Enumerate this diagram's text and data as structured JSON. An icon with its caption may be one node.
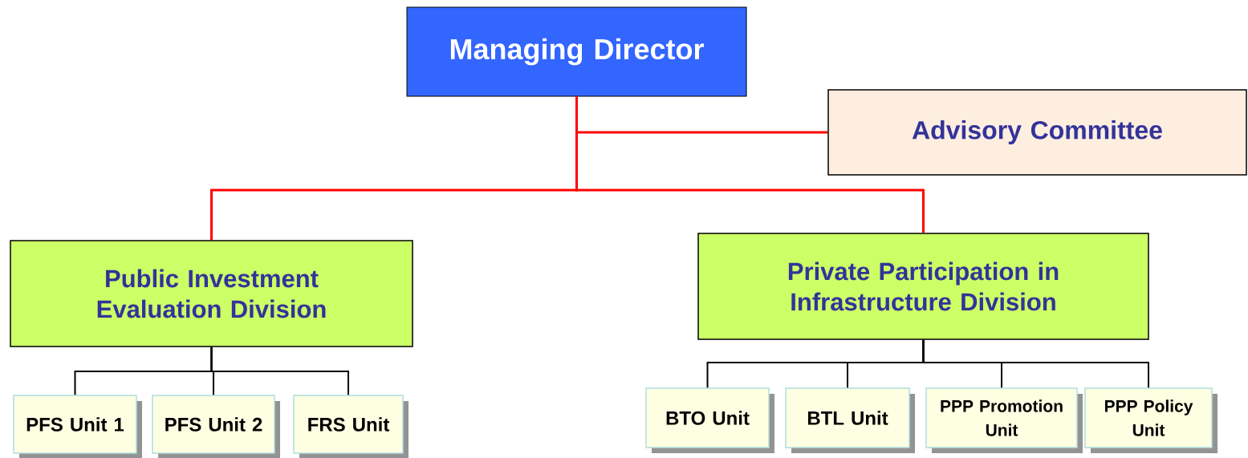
{
  "diagram": {
    "nodes": [
      {
        "text": [
          "Managing Director"
        ]
      },
      {
        "text": [
          "Advisory Committee"
        ]
      },
      {
        "text": [
          "Public Investment Evaluation Division"
        ]
      },
      {
        "text": [
          "Private Participation in Infrastructure Division"
        ]
      },
      {
        "text": [
          "PFS Unit 1"
        ]
      },
      {
        "text": [
          "PFS Unit 2"
        ]
      },
      {
        "text": [
          "FRS Unit"
        ]
      },
      {
        "text": [
          "BTO Unit"
        ]
      },
      {
        "text": [
          "BTL Unit"
        ]
      },
      {
        "text": [
          "PPP Promotion Unit"
        ]
      },
      {
        "text": [
          "PPP Policy Unit"
        ]
      }
    ],
    "edges": [
      {
        "from": 0,
        "to": 1,
        "arrow": "none",
        "color": "#ff0000"
      },
      {
        "from": 0,
        "to": 2,
        "arrow": "none",
        "color": "#ff0000"
      },
      {
        "from": 0,
        "to": 3,
        "arrow": "none",
        "color": "#ff0000"
      },
      {
        "from": 2,
        "to": 4,
        "arrow": "none"
      },
      {
        "from": 2,
        "to": 5,
        "arrow": "none"
      },
      {
        "from": 2,
        "to": 6,
        "arrow": "none"
      },
      {
        "from": 3,
        "to": 7,
        "arrow": "none"
      },
      {
        "from": 3,
        "to": 8,
        "arrow": "none"
      },
      {
        "from": 3,
        "to": 9,
        "arrow": "none"
      },
      {
        "from": 3,
        "to": 10,
        "arrow": "none"
      }
    ]
  }
}
